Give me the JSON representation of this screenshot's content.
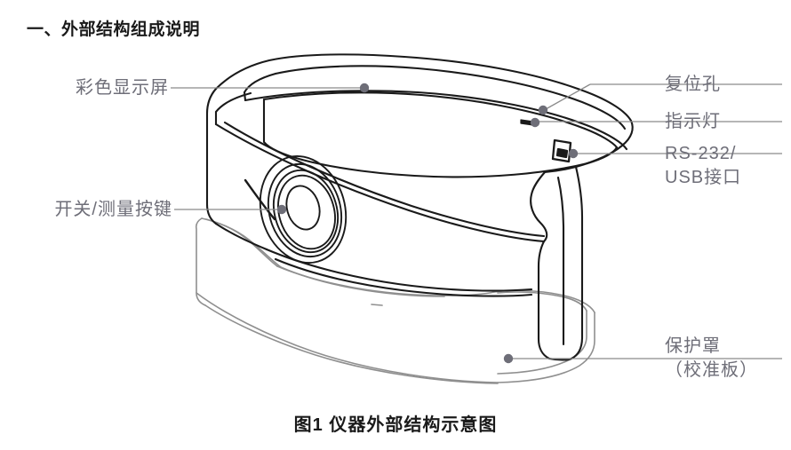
{
  "document": {
    "section_title": "一、外部结构组成说明",
    "figure_caption": "图1 仪器外部结构示意图"
  },
  "colors": {
    "title_text": "#1a1a1a",
    "label_text": "#6e6e78",
    "leader_line": "#8a8a8a",
    "leader_dot": "#6e6e78",
    "device_outline": "#1a1a1a",
    "cover_outline": "#8f8f8f",
    "background": "#ffffff"
  },
  "figure": {
    "name": "仪器外部结构示意图",
    "callouts": [
      {
        "id": "display",
        "label": "彩色显示屏",
        "side": "left",
        "lines": [
          "彩色显示屏"
        ]
      },
      {
        "id": "power-measure-key",
        "label": "开关/测量按键",
        "side": "left",
        "lines": [
          "开关/测量按键"
        ]
      },
      {
        "id": "reset-hole",
        "label": "复位孔",
        "side": "right",
        "lines": [
          "复位孔"
        ]
      },
      {
        "id": "indicator-light",
        "label": "指示灯",
        "side": "right",
        "lines": [
          "指示灯"
        ]
      },
      {
        "id": "rs232-usb-port",
        "label": "RS-232/USB接口",
        "side": "right",
        "lines": [
          "RS-232/",
          "USB接口"
        ]
      },
      {
        "id": "protective-cover",
        "label": "保护罩（校准板）",
        "side": "right",
        "lines": [
          "保护罩",
          "（校准板）"
        ]
      }
    ]
  }
}
